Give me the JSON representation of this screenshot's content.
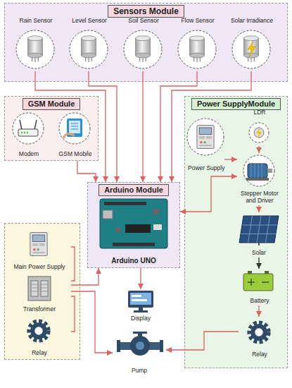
{
  "diagram": {
    "nodes": [
      {
        "text": [
          "Sensors Module"
        ]
      },
      {
        "text": [
          "Rain Sensor"
        ],
        "in": 0
      },
      {
        "text": [
          "Level Sensor"
        ],
        "in": 0
      },
      {
        "text": [
          "Soil Sensor"
        ],
        "in": 0
      },
      {
        "text": [
          "Flow Sensor"
        ],
        "in": 0
      },
      {
        "text": [
          "Solar Irradiance"
        ],
        "in": 0
      },
      {
        "text": [
          "GSM Module"
        ]
      },
      {
        "text": [
          "Modem"
        ],
        "in": 6
      },
      {
        "text": [
          "GSM Mobile"
        ],
        "in": 6
      },
      {
        "text": [
          "Power SupplyModule"
        ]
      },
      {
        "text": [
          "Power Supply"
        ],
        "in": 9
      },
      {
        "text": [
          "LDR"
        ],
        "in": 9
      },
      {
        "text": [
          "Stepper Motor and Driver"
        ],
        "in": 9
      },
      {
        "text": [
          "Solar"
        ],
        "in": 9
      },
      {
        "text": [
          "Battery"
        ],
        "in": 9
      },
      {
        "text": [
          "Relay"
        ],
        "in": 9
      },
      {
        "text": [
          "Arduino Module",
          "Arduino UNO"
        ]
      },
      {
        "text": []
      },
      {
        "text": [
          "Main Power Supply"
        ],
        "in": 17
      },
      {
        "text": [
          "Transformer"
        ],
        "in": 17
      },
      {
        "text": [
          "Relay"
        ],
        "in": 17
      },
      {
        "text": [
          "Display"
        ]
      },
      {
        "text": [
          "Pump"
        ]
      }
    ],
    "edges": [
      {
        "from": 1,
        "to": 16,
        "arrow": "to"
      },
      {
        "from": 2,
        "to": 16,
        "arrow": "to"
      },
      {
        "from": 3,
        "to": 16,
        "arrow": "to"
      },
      {
        "from": 4,
        "to": 16,
        "arrow": "to"
      },
      {
        "from": 5,
        "to": 16,
        "arrow": "to"
      },
      {
        "from": 6,
        "to": 16,
        "arrow": "to"
      },
      {
        "from": 10,
        "to": 12,
        "arrow": "to"
      },
      {
        "from": 11,
        "to": 12,
        "arrow": "to"
      },
      {
        "from": 12,
        "to": 16,
        "arrow": "both"
      },
      {
        "from": 12,
        "to": 13,
        "arrow": "to"
      },
      {
        "from": 13,
        "to": 14,
        "arrow": "to"
      },
      {
        "from": 14,
        "to": 15,
        "arrow": "to"
      },
      {
        "from": 15,
        "to": 22,
        "arrow": "to"
      },
      {
        "from": 16,
        "to": 21,
        "arrow": "to"
      },
      {
        "from": 18,
        "to": 19,
        "arrow": "none"
      },
      {
        "from": 20,
        "to": 19,
        "arrow": "none"
      },
      {
        "from": 19,
        "to": 16,
        "arrow": "to"
      },
      {
        "from": 19,
        "to": 22,
        "arrow": "to"
      }
    ]
  }
}
